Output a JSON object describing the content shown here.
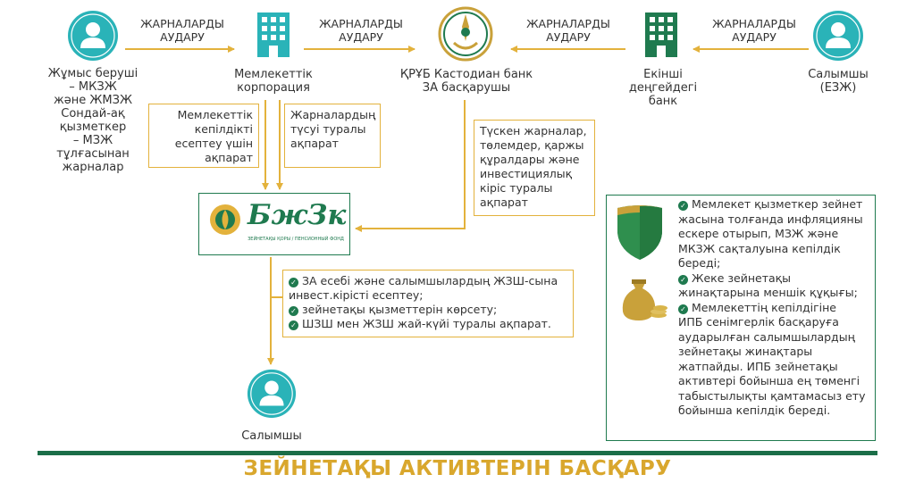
{
  "nodes": {
    "employer": "Жұмыс беруші – МКЗЖ және ЖМЗЖ Сондай-ақ қызметкер – МЗЖ тұлғасынан жарналар",
    "state_corp": "Мемлекеттік корпорация",
    "custodian": "ҚРҰБ Кастодиан банк ЗА басқарушы",
    "second_bank": "Екінші деңгейдегі банк",
    "depositor_top": "Салымшы (ЕЗЖ)",
    "depositor_bottom": "Салымшы"
  },
  "employer_lines": [
    "Жұмыс беруші",
    "– МКЗЖ",
    "және ЖМЗЖ",
    "Сондай-ақ",
    "қызметкер",
    "– МЗЖ",
    "тұлғасынан",
    "жарналар"
  ],
  "state_corp_lines": [
    "Мемлекеттік",
    "корпорация"
  ],
  "custodian_lines": [
    "ҚРҰБ Кастодиан банк",
    "ЗА басқарушы"
  ],
  "second_bank_lines": [
    "Екінші деңгейдегі",
    "банк"
  ],
  "depositor_top_lines": [
    "Салымшы",
    "(ЕЗЖ)"
  ],
  "arrow_labels": {
    "a1": [
      "ЖАРНАЛАРДЫ",
      "АУДАРУ"
    ],
    "a2": [
      "ЖАРНАЛАРДЫ",
      "АУДАРУ"
    ],
    "a3": [
      "ЖАРНАЛАРДЫ",
      "АУДАРУ"
    ],
    "a4": [
      "ЖАРНАЛАРДЫ",
      "АУДАРУ"
    ]
  },
  "callouts": {
    "guarantee_info": [
      "Мемлекеттік",
      "кепілдікті",
      "есептеу үшін",
      "ақпарат"
    ],
    "contrib_info": [
      "Жарналардың",
      "түсуі туралы",
      "ақпарат"
    ],
    "custodian_info": [
      "Түскен жарналар,",
      "төлемдер, қаржы",
      "құралдары және",
      "инвестициялық",
      "кіріс туралы",
      "ақпарат"
    ]
  },
  "logo": {
    "name": "БжЗк",
    "tagline": "ЗЕЙНЕТАҚЫ ҚОРЫ / ПЕНСИОННЫЙ ФОНД"
  },
  "services": [
    "ЗА есебі және салымшылардың ЖЗШ-сына",
    "инвест.кірісті есептеу;",
    "зейнетақы қызметтерін көрсету;",
    "ШЗШ мен ЖЗШ жай-күйі туралы ақпарат."
  ],
  "guarantees": [
    {
      "check": true,
      "text": "Мемлекет қызметкер зейнет"
    },
    {
      "check": false,
      "text": "жасына толғанда инфляцияны"
    },
    {
      "check": false,
      "text": "ескере отырып, МЗЖ және"
    },
    {
      "check": false,
      "text": "МКЗЖ сақталуына кепілдік"
    },
    {
      "check": false,
      "text": "береді;"
    },
    {
      "check": true,
      "text": "Жеке зейнетақы"
    },
    {
      "check": false,
      "text": "жинақтарына меншік құқығы;"
    },
    {
      "check": true,
      "text": "Мемлекеттің кепілдігіне"
    },
    {
      "check": false,
      "text": "ИПБ сенімгерлік басқаруға"
    },
    {
      "check": false,
      "text": "аударылған салымшылардың"
    },
    {
      "check": false,
      "text": "зейнетақы жинақтары"
    },
    {
      "check": false,
      "text": "жатпайды. ИПБ зейнетақы"
    },
    {
      "check": false,
      "text": "активтері бойынша ең төменгі"
    },
    {
      "check": false,
      "text": "табыстылықты қамтамасыз ету"
    },
    {
      "check": false,
      "text": "бойынша кепілдік береді."
    }
  ],
  "footer_title": "ЗЕЙНЕТАҚЫ АКТИВТЕРІН БАСҚАРУ",
  "colors": {
    "teal": "#2ab3b8",
    "green": "#1f7a4f",
    "gold": "#e3b23c",
    "title_gold": "#d9a72d"
  },
  "icons": [
    "person-icon",
    "building-icon",
    "emblem-icon",
    "shield-icon",
    "money-bag-icon",
    "check-icon"
  ]
}
